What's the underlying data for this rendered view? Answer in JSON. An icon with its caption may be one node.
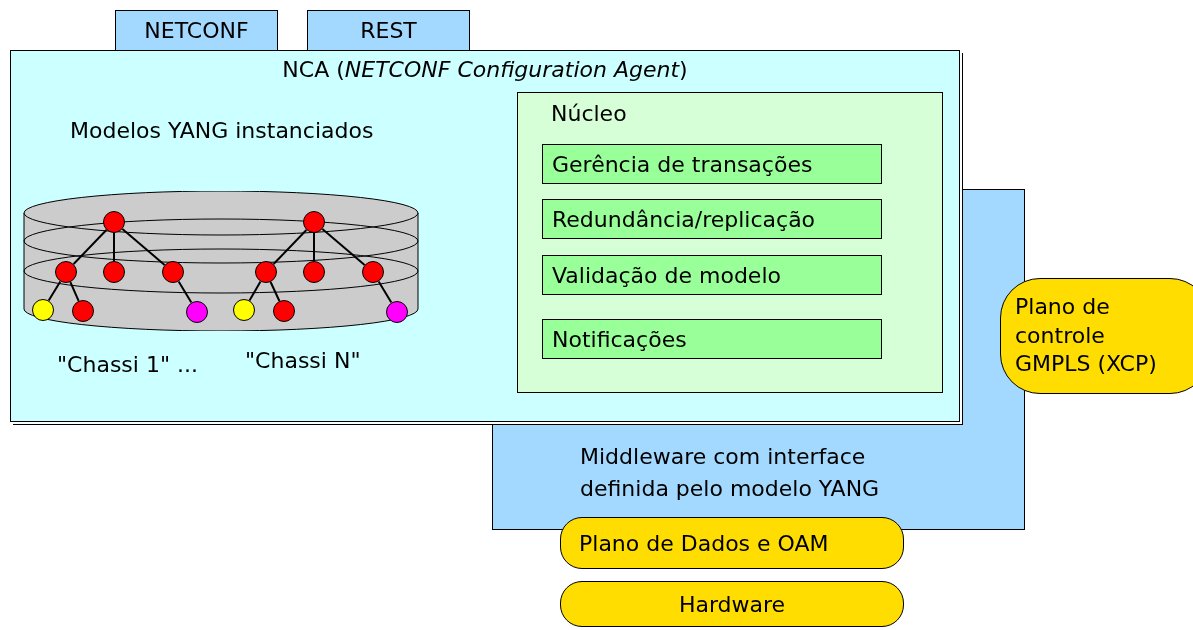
{
  "diagram": {
    "nodes": [
      {
        "text": [
          "NETCONF"
        ]
      },
      {
        "text": [
          "REST"
        ]
      },
      {
        "text": [
          "NCA (*NETCONF Configuration Agent*)"
        ]
      },
      {
        "text": [
          "Núcleo"
        ],
        "in": 2
      },
      {
        "text": [
          "Gerência de transações"
        ],
        "in": 3
      },
      {
        "text": [
          "Redundância/replicação"
        ],
        "in": 3
      },
      {
        "text": [
          "Validação de modelo"
        ],
        "in": 3
      },
      {
        "text": [
          "Notificações"
        ],
        "in": 3
      },
      {
        "text": [
          "Middleware com interface definida pelo modelo YANG"
        ]
      },
      {
        "text": [
          "Plano de controle GMPLS (XCP)"
        ]
      },
      {
        "text": [
          "Plano de Dados e OAM"
        ]
      },
      {
        "text": [
          "Hardware"
        ]
      },
      {
        "text": [],
        "shape": "cylinder",
        "in": 2
      },
      {
        "text": [],
        "shape": "circle",
        "in": 12
      },
      {
        "text": [],
        "shape": "circle",
        "in": 12
      },
      {
        "text": [],
        "shape": "circle",
        "in": 12
      },
      {
        "text": [],
        "shape": "circle",
        "in": 12
      },
      {
        "text": [],
        "shape": "circle",
        "in": 12
      },
      {
        "text": [],
        "shape": "circle",
        "in": 12
      },
      {
        "text": [],
        "shape": "circle",
        "in": 12
      },
      {
        "text": [],
        "shape": "circle",
        "in": 12
      },
      {
        "text": [],
        "shape": "circle",
        "in": 12
      },
      {
        "text": [],
        "shape": "circle",
        "in": 12
      },
      {
        "text": [],
        "shape": "circle",
        "in": 12
      },
      {
        "text": [],
        "shape": "circle",
        "in": 12
      },
      {
        "text": [],
        "shape": "circle",
        "in": 12
      },
      {
        "text": [],
        "shape": "circle",
        "in": 12
      }
    ],
    "edges": [
      {
        "from": 13,
        "to": 15,
        "arrow": "none"
      },
      {
        "from": 13,
        "to": 16,
        "arrow": "none"
      },
      {
        "from": 13,
        "to": 17,
        "arrow": "none"
      },
      {
        "from": 14,
        "to": 18,
        "arrow": "none"
      },
      {
        "from": 14,
        "to": 19,
        "arrow": "none"
      },
      {
        "from": 14,
        "to": 20,
        "arrow": "none"
      },
      {
        "from": 15,
        "to": 21,
        "arrow": "none"
      },
      {
        "from": 15,
        "to": 22,
        "arrow": "none"
      },
      {
        "from": 17,
        "to": 23,
        "arrow": "none"
      },
      {
        "from": 18,
        "to": 24,
        "arrow": "none"
      },
      {
        "from": 18,
        "to": 25,
        "arrow": "none"
      },
      {
        "from": 20,
        "to": 26,
        "arrow": "none"
      }
    ],
    "labels": [
      "Modelos YANG instanciados",
      "\"Chassi 1\" ...",
      "\"Chassi N\""
    ]
  }
}
